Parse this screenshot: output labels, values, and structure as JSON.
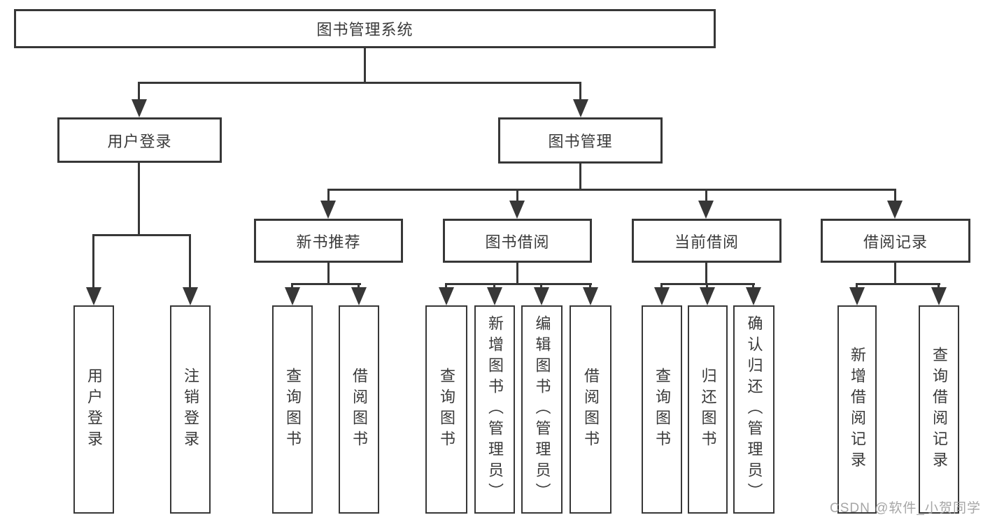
{
  "diagram": {
    "title": "图书管理系统",
    "type": "functional-structure-tree",
    "colors": {
      "line": "#373737",
      "text": "#3a3a3a",
      "background": "#ffffff",
      "watermark": "#9e9e9e"
    },
    "tree": {
      "root": {
        "label": "图书管理系统"
      },
      "branches": [
        {
          "label": "用户登录",
          "children": [
            {
              "label": "用户登录"
            },
            {
              "label": "注销登录"
            }
          ]
        },
        {
          "label": "图书管理",
          "children": [
            {
              "label": "新书推荐",
              "children": [
                {
                  "label": "查询图书"
                },
                {
                  "label": "借阅图书"
                }
              ]
            },
            {
              "label": "图书借阅",
              "children": [
                {
                  "label": "查询图书"
                },
                {
                  "label": "新增图书（管理员）"
                },
                {
                  "label": "编辑图书（管理员）"
                },
                {
                  "label": "借阅图书"
                }
              ]
            },
            {
              "label": "当前借阅",
              "children": [
                {
                  "label": "查询图书"
                },
                {
                  "label": "归还图书"
                },
                {
                  "label": "确认归还（管理员）"
                }
              ]
            },
            {
              "label": "借阅记录",
              "children": [
                {
                  "label": "新增借阅记录"
                },
                {
                  "label": "查询借阅记录"
                }
              ]
            }
          ]
        }
      ]
    },
    "watermark": {
      "text": "CSDN @软件_小贺同学"
    }
  }
}
